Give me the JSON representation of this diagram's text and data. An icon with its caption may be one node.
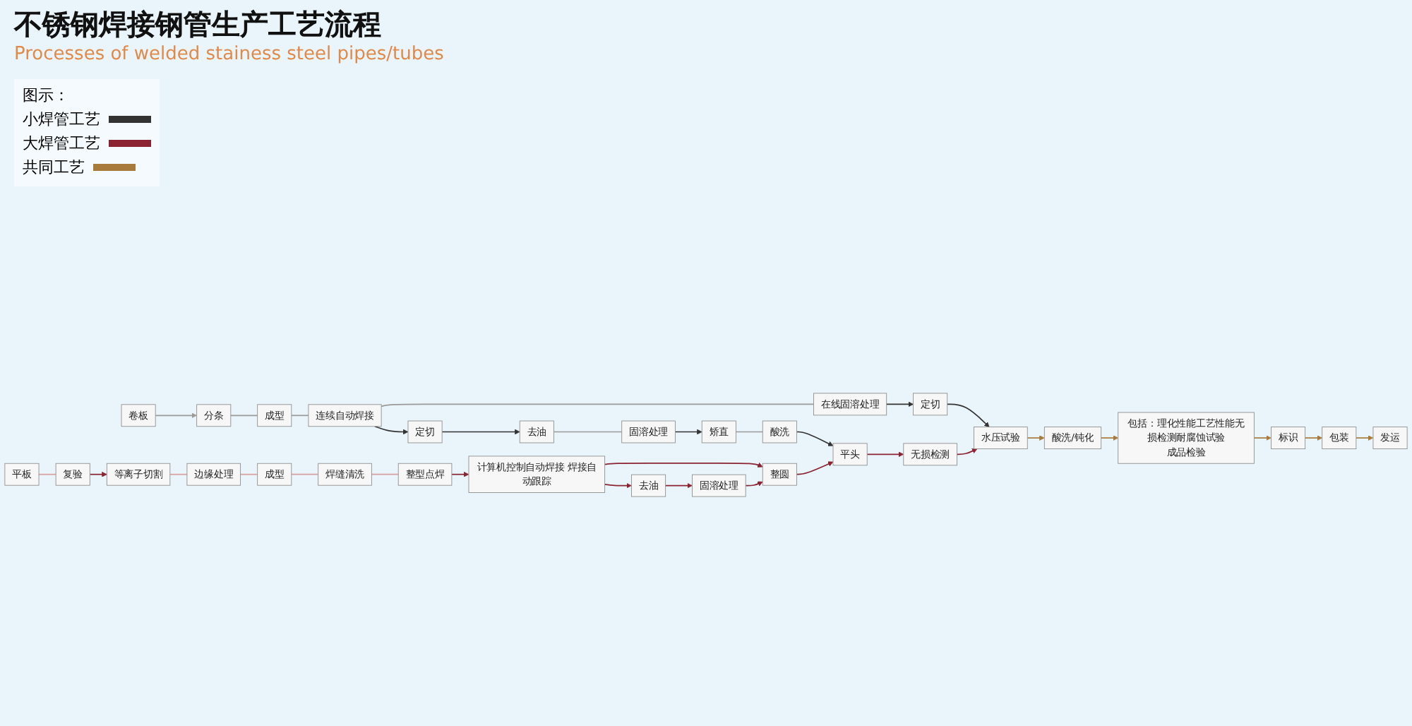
{
  "diagram": {
    "title": "不锈钢焊接钢管生产工艺流程",
    "nodes": [
      {
        "text": [
          "卷板"
        ]
      },
      {
        "text": [
          "分条"
        ]
      },
      {
        "text": [
          "成型"
        ]
      },
      {
        "text": [
          "连续自动焊接"
        ]
      },
      {
        "text": [
          "在线固溶处理"
        ]
      },
      {
        "text": [
          "定切"
        ]
      },
      {
        "text": [
          "水压试验"
        ]
      },
      {
        "text": [
          "酸洗/钝化"
        ]
      },
      {
        "text": [
          "包括：理化性能工艺性能无损检测耐腐蚀试验",
          "成品检验"
        ]
      },
      {
        "text": [
          "标识"
        ]
      },
      {
        "text": [
          "包装"
        ]
      },
      {
        "text": [
          "发运"
        ]
      },
      {
        "text": [
          "定切"
        ]
      },
      {
        "text": [
          "去油"
        ]
      },
      {
        "text": [
          "固溶处理"
        ]
      },
      {
        "text": [
          "矫直"
        ]
      },
      {
        "text": [
          "酸洗"
        ]
      },
      {
        "text": [
          "平头"
        ]
      },
      {
        "text": [
          "无损检测"
        ]
      },
      {
        "text": [
          "平板"
        ]
      },
      {
        "text": [
          "复验"
        ]
      },
      {
        "text": [
          "等离子切割"
        ]
      },
      {
        "text": [
          "边缘处理"
        ]
      },
      {
        "text": [
          "成型"
        ]
      },
      {
        "text": [
          "焊缝清洗"
        ]
      },
      {
        "text": [
          "整型点焊"
        ]
      },
      {
        "text": [
          "计算机控制自动焊接 焊接自动跟踪"
        ]
      },
      {
        "text": [
          "整圆"
        ]
      },
      {
        "text": [
          "去油"
        ]
      },
      {
        "text": [
          "固溶处理"
        ]
      }
    ],
    "edges": [
      {
        "from": 0,
        "to": 1,
        "arrow": "to",
        "color": "#9a9a9a"
      },
      {
        "from": 1,
        "to": 2,
        "arrow": "none",
        "color": "#9a9a9a"
      },
      {
        "from": 2,
        "to": 3,
        "arrow": "none",
        "color": "#9a9a9a"
      },
      {
        "from": 3,
        "to": 4,
        "arrow": "none",
        "color": "#9a9a9a"
      },
      {
        "from": 4,
        "to": 5,
        "arrow": "to",
        "color": "#333333"
      },
      {
        "from": 5,
        "to": 6,
        "arrow": "to",
        "color": "#333333"
      },
      {
        "from": 6,
        "to": 7,
        "arrow": "to",
        "color": "#a87b3c"
      },
      {
        "from": 3,
        "to": 12,
        "arrow": "to",
        "color": "#333333"
      },
      {
        "from": 12,
        "to": 13,
        "arrow": "to",
        "color": "#333333"
      },
      {
        "from": 13,
        "to": 14,
        "arrow": "none",
        "color": "#9a9a9a"
      },
      {
        "from": 14,
        "to": 15,
        "arrow": "to",
        "color": "#333333"
      },
      {
        "from": 15,
        "to": 16,
        "arrow": "none",
        "color": "#9a9a9a"
      },
      {
        "from": 16,
        "to": 17,
        "arrow": "to",
        "color": "#333333"
      },
      {
        "from": 17,
        "to": 18,
        "arrow": "to",
        "color": "#8b2332"
      },
      {
        "from": 18,
        "to": 6,
        "arrow": "to",
        "color": "#8b2332"
      },
      {
        "from": 7,
        "to": 8,
        "arrow": "to",
        "color": "#a87b3c"
      },
      {
        "from": 8,
        "to": 9,
        "arrow": "to",
        "color": "#a87b3c"
      },
      {
        "from": 9,
        "to": 10,
        "arrow": "to",
        "color": "#a87b3c"
      },
      {
        "from": 10,
        "to": 11,
        "arrow": "to",
        "color": "#a87b3c"
      },
      {
        "from": 19,
        "to": 20,
        "arrow": "none",
        "color": "#d8a0a0"
      },
      {
        "from": 20,
        "to": 21,
        "arrow": "to",
        "color": "#8b2332"
      },
      {
        "from": 21,
        "to": 22,
        "arrow": "none",
        "color": "#d8a0a0"
      },
      {
        "from": 22,
        "to": 23,
        "arrow": "none",
        "color": "#d8a0a0"
      },
      {
        "from": 23,
        "to": 24,
        "arrow": "none",
        "color": "#d8a0a0"
      },
      {
        "from": 24,
        "to": 25,
        "arrow": "none",
        "color": "#d8a0a0"
      },
      {
        "from": 25,
        "to": 26,
        "arrow": "to",
        "color": "#8b2332"
      },
      {
        "from": 26,
        "to": 27,
        "arrow": "to",
        "color": "#8b2332"
      },
      {
        "from": 26,
        "to": 28,
        "arrow": "to",
        "color": "#8b2332"
      },
      {
        "from": 28,
        "to": 29,
        "arrow": "to",
        "color": "#8b2332"
      },
      {
        "from": 29,
        "to": 27,
        "arrow": "to",
        "color": "#8b2332"
      },
      {
        "from": 27,
        "to": 17,
        "arrow": "to",
        "color": "#8b2332"
      }
    ],
    "labels": [
      "Processes of welded stainess steel pipes/tubes",
      "图示："
    ],
    "legend": [
      {
        "text": "小焊管工艺",
        "color": "#333333"
      },
      {
        "text": "大焊管工艺",
        "color": "#8b2332"
      },
      {
        "text": "共同工艺",
        "color": "#a87b3c"
      }
    ]
  }
}
